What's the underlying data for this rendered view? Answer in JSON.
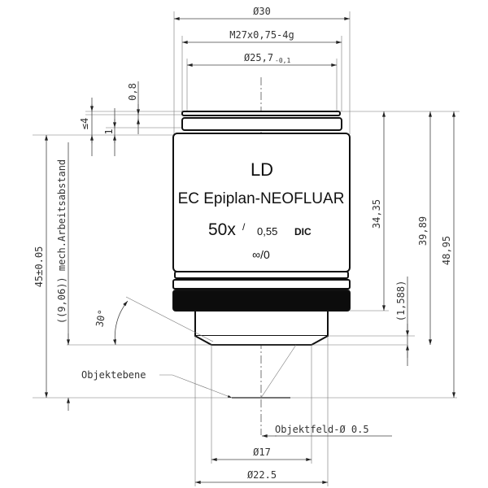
{
  "dimensions": {
    "outer_diameter": "Ø30",
    "thread": "M27x0,75-4g",
    "shoulder_diameter": "Ø25,7",
    "shoulder_tolerance": "-0,1",
    "gap_top": "0,8",
    "thread_depth": "≤4",
    "ring": "1",
    "total_length": "45±0.05",
    "working_distance": "((9,06)) mech.Arbeitsabstand",
    "angle": "30°",
    "len_body": "34,35",
    "len_nose": "39,89",
    "len_total": "48,95",
    "nose_offset": "(1,588)",
    "tip_diameter": "Ø17",
    "nose_diameter": "Ø22.5",
    "object_field": "Objektfeld-Ø  0.5",
    "object_plane": "Objektebene"
  },
  "engraving": {
    "line1": "LD",
    "line2": "EC Epiplan-NEOFLUAR",
    "mag": "50x",
    "slash": "/",
    "na": "0,55",
    "dic": "DIC",
    "tube": "∞/0"
  },
  "colors": {
    "line": "#111111",
    "dimension": "#444444"
  }
}
